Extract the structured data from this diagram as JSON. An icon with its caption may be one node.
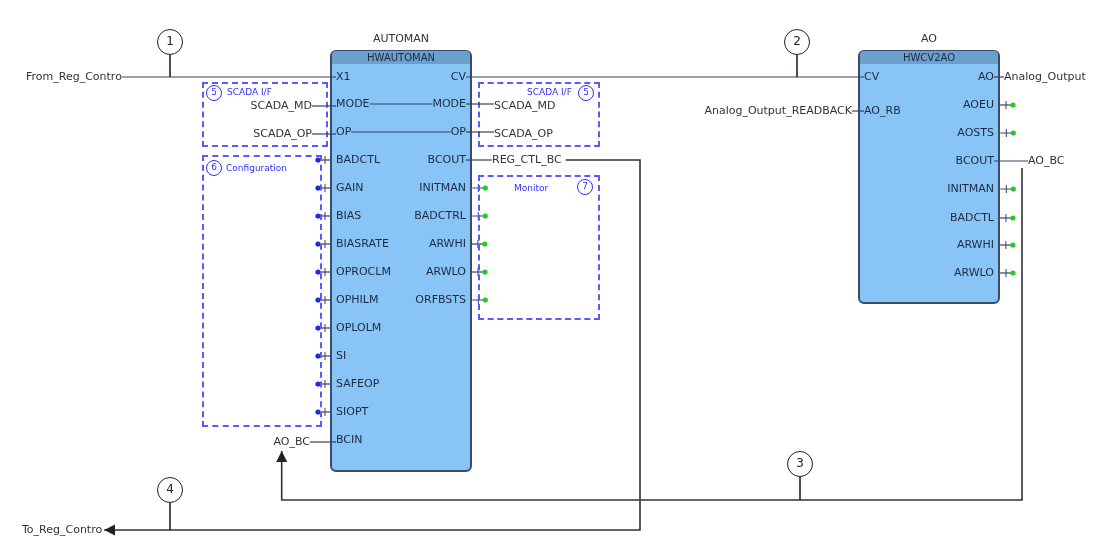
{
  "diagram": {
    "nodes": [
      {
        "text": [
          "AUTOMAN",
          "HWAUTOMAN"
        ]
      },
      {
        "text": [
          "X1"
        ],
        "in": 0
      },
      {
        "text": [
          "MODE"
        ],
        "in": 0
      },
      {
        "text": [
          "OP"
        ],
        "in": 0
      },
      {
        "text": [
          "BADCTL"
        ],
        "in": 0
      },
      {
        "text": [
          "GAIN"
        ],
        "in": 0
      },
      {
        "text": [
          "BIAS"
        ],
        "in": 0
      },
      {
        "text": [
          "BIASRATE"
        ],
        "in": 0
      },
      {
        "text": [
          "OPROCLM"
        ],
        "in": 0
      },
      {
        "text": [
          "OPHILM"
        ],
        "in": 0
      },
      {
        "text": [
          "OPLOLM"
        ],
        "in": 0
      },
      {
        "text": [
          "SI"
        ],
        "in": 0
      },
      {
        "text": [
          "SAFEOP"
        ],
        "in": 0
      },
      {
        "text": [
          "SIOPT"
        ],
        "in": 0
      },
      {
        "text": [
          "BCIN"
        ],
        "in": 0
      },
      {
        "text": [
          "CV"
        ],
        "in": 0
      },
      {
        "text": [
          "MODE"
        ],
        "in": 0
      },
      {
        "text": [
          "OP"
        ],
        "in": 0
      },
      {
        "text": [
          "BCOUT"
        ],
        "in": 0
      },
      {
        "text": [
          "INITMAN"
        ],
        "in": 0
      },
      {
        "text": [
          "BADCTRL"
        ],
        "in": 0
      },
      {
        "text": [
          "ARWHI"
        ],
        "in": 0
      },
      {
        "text": [
          "ARWLO"
        ],
        "in": 0
      },
      {
        "text": [
          "ORFBSTS"
        ],
        "in": 0
      },
      {
        "text": [
          "AO",
          "HWCV2AO"
        ]
      },
      {
        "text": [
          "CV"
        ],
        "in": 24
      },
      {
        "text": [
          "AO_RB"
        ],
        "in": 24
      },
      {
        "text": [
          "AO"
        ],
        "in": 24
      },
      {
        "text": [
          "AOEU"
        ],
        "in": 24
      },
      {
        "text": [
          "AOSTS"
        ],
        "in": 24
      },
      {
        "text": [
          "BCOUT"
        ],
        "in": 24
      },
      {
        "text": [
          "INITMAN"
        ],
        "in": 24
      },
      {
        "text": [
          "BADCTL"
        ],
        "in": 24
      },
      {
        "text": [
          "ARWHI"
        ],
        "in": 24
      },
      {
        "text": [
          "ARWLO"
        ],
        "in": 24
      },
      {
        "text": [
          "5",
          "SCADA I/F"
        ]
      },
      {
        "text": [
          "SCADA_MD"
        ],
        "in": 35
      },
      {
        "text": [
          "SCADA_OP"
        ],
        "in": 35
      },
      {
        "text": [
          "SCADA I/F",
          "5"
        ]
      },
      {
        "text": [
          "SCADA_MD"
        ],
        "in": 38
      },
      {
        "text": [
          "SCADA_OP"
        ],
        "in": 38
      },
      {
        "text": [
          "6",
          "Configuration"
        ]
      },
      {
        "text": [
          "Monitor",
          "7"
        ]
      },
      {
        "text": [
          "From_Reg_Contro"
        ]
      },
      {
        "text": [
          "Analog_Output_READBACK"
        ]
      },
      {
        "text": [
          "Analog_Output"
        ]
      },
      {
        "text": [
          "REG_CTL_BC"
        ]
      },
      {
        "text": [
          "AO_BC"
        ]
      },
      {
        "text": [
          "AO_BC"
        ]
      },
      {
        "text": [
          "To_Reg_Contro"
        ]
      },
      {
        "text": [
          "1"
        ]
      },
      {
        "text": [
          "2"
        ]
      },
      {
        "text": [
          "3"
        ]
      },
      {
        "text": [
          "4"
        ]
      }
    ],
    "edges": [
      {
        "from": 43,
        "to": 1,
        "arrow": "none"
      },
      {
        "from": 15,
        "to": 25,
        "arrow": "none"
      },
      {
        "from": 36,
        "to": 2,
        "arrow": "none"
      },
      {
        "from": 37,
        "to": 3,
        "arrow": "none"
      },
      {
        "from": 2,
        "to": 16,
        "arrow": "none"
      },
      {
        "from": 3,
        "to": 17,
        "arrow": "none"
      },
      {
        "from": 16,
        "to": 39,
        "arrow": "none"
      },
      {
        "from": 17,
        "to": 40,
        "arrow": "none"
      },
      {
        "from": 18,
        "to": 46,
        "arrow": "none"
      },
      {
        "from": 46,
        "to": 49,
        "arrow": "to"
      },
      {
        "from": 44,
        "to": 26,
        "arrow": "none"
      },
      {
        "from": 27,
        "to": 45,
        "arrow": "none"
      },
      {
        "from": 30,
        "to": 47,
        "arrow": "none"
      },
      {
        "from": 47,
        "to": 48,
        "arrow": "to"
      },
      {
        "from": 48,
        "to": 14,
        "arrow": "none"
      },
      {
        "from": 50,
        "to": null,
        "arrow": "none"
      },
      {
        "from": 51,
        "to": null,
        "arrow": "none"
      },
      {
        "from": 52,
        "to": null,
        "arrow": "none"
      },
      {
        "from": 53,
        "to": null,
        "arrow": "none"
      }
    ]
  }
}
